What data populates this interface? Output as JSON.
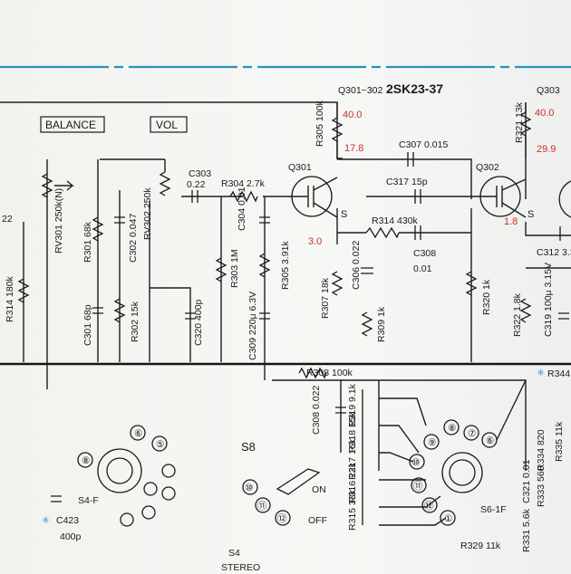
{
  "labels": {
    "q301_302": "Q301~302",
    "transistor_type": "2SK23-37",
    "q303": "Q303",
    "balance": "BALANCE",
    "vol": "VOL",
    "q301": "Q301",
    "q302": "Q302",
    "s": "S",
    "r305": "R305 100k",
    "r321": "R321 13k",
    "c307": "C307 0.015",
    "c317": "C317 15p",
    "r314": "R314 430k",
    "c308": "C308",
    "c308_value": "0.01",
    "c303": "C303",
    "c303_value": "0.22",
    "r304": "R304 2.7k",
    "c304": "C304 0.01",
    "r303": "R303 1M",
    "r305b": "R305 3.91k",
    "c309": "C309 220μ 6.3V",
    "r307": "R307 18k",
    "c306": "C306 0.022",
    "r309": "R309 1k",
    "r320": "R320 1k",
    "r322": "R322 1.8k",
    "c319": "C319 100μ 3.15V",
    "c312": "C312 3.3",
    "rv301": "RV301 250k(N)",
    "rv302": "RV302 250k",
    "c302": "C302 0.047",
    "r301": "R301 68k",
    "c301": "C301 68p",
    "r302": "R302 15k",
    "c320": "C320 400p",
    "r314b": "R314 180k",
    "left_22": "22",
    "r308": "R308 100k",
    "c308b": "C308 0.022",
    "r319": "R319 9.1k",
    "r318": "R318 15k",
    "r317": "R317 16k",
    "r316": "R316 22k",
    "r315": "R315 33k",
    "s6": "S6-1F",
    "r344": "R344",
    "r334": "R334 820",
    "r335": "R335 11k",
    "c321": "C321 0.01",
    "r333": "R333 560",
    "r331": "R331 5.6k",
    "r329": "R329 11k",
    "s8": "S8",
    "on": "ON",
    "off": "OFF",
    "s4f": "S4-F",
    "s4": "S4",
    "stereo": "STEREO",
    "c423": "C423",
    "c423_value": "400p"
  },
  "terminals": {
    "t1": "①",
    "t5": "⑤",
    "t6": "⑥",
    "t7": "⑦",
    "t8": "⑧",
    "t9": "⑨",
    "t10": "⑩",
    "t11": "⑪",
    "t12": "⑫"
  },
  "voltages": {
    "v40a": "40.0",
    "v17_8": "17.8",
    "v3_0": "3.0",
    "v40b": "40.0",
    "v29_9": "29.9",
    "v1_8": "1.8"
  },
  "colors": {
    "wire": "#1d1d1d",
    "voltage": "#c9302c",
    "header_rule": "#2b8fc4",
    "mark": "#2b9bd3"
  }
}
